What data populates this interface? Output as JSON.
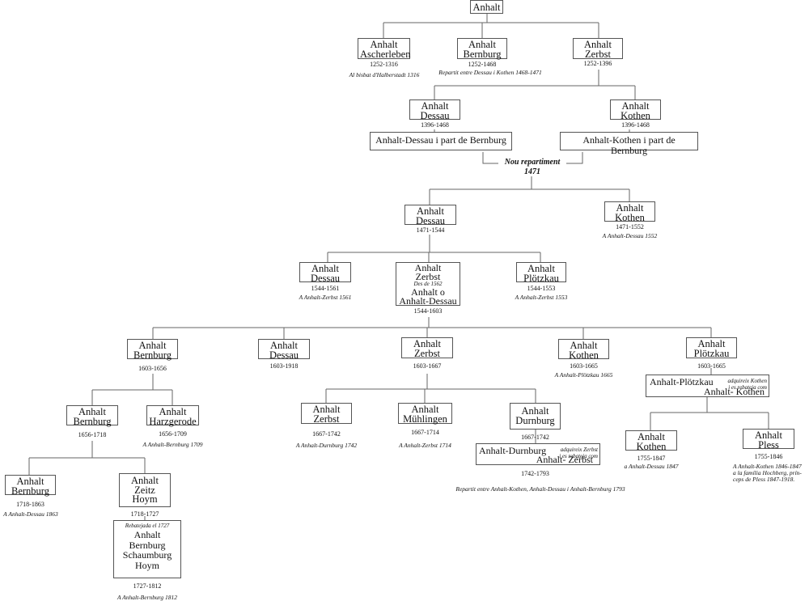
{
  "nodes": {
    "root": "Anhalt",
    "aschersleben": "Anhalt\nAscherleben",
    "bernburg1": "Anhalt\nBernburg",
    "zerbst1": "Anhalt\nZerbst",
    "dessau1": "Anhalt\nDessau",
    "kothen1": "Anhalt\nKothen",
    "dessau_part": "Anhalt-Dessau i part de Bernburg",
    "kothen_part": "Anhalt-Kothen i part de Bernburg",
    "dessau2": "Anhalt\nDessau",
    "kothen2": "Anhalt\nKothen",
    "dessau3": "Anhalt\nDessau",
    "zerbst2_top": "Anhalt\nZerbst",
    "zerbst2_note": "Des de 1562",
    "zerbst2_bottom": "Anhalt o\nAnhalt-Dessau",
    "plotzkau1": "Anhalt\nPlötzkau",
    "bernburg2": "Anhalt\nBernburg",
    "dessau4": "Anhalt\nDessau",
    "zerbst3": "Anhalt\nZerbst",
    "kothen3": "Anhalt\nKothen",
    "plotzkau2": "Anhalt\nPlötzkau",
    "plotzkau_kothen_main1": "Anhalt-Plötzkau",
    "plotzkau_kothen_note": "adquireix Kothen\ni es rebateja com",
    "plotzkau_kothen_main2": "Anhalt- Kothen",
    "bernburg3": "Anhalt\nBernburg",
    "harzgerode": "Anhalt\nHarzgerode",
    "zerbst4": "Anhalt\nZerbst",
    "muhlingen": "Anhalt\nMühlingen",
    "durnburg": "Anhalt\nDurnburg",
    "durnburg_zerbst_main1": "Anhalt-Durnburg",
    "durnburg_zerbst_note": "adquireix Zerbst\ni es rebateja com",
    "durnburg_zerbst_main2": "Anhalt- Zerbst",
    "kothen4": "Anhalt\nKothen",
    "pless": "Anhalt\nPless",
    "bernburg4": "Anhalt\nBernburg",
    "zeitz": "Anhalt\nZeitz\nHoym",
    "schaumburg_note": "Rebatejada el 1727",
    "schaumburg": "Anhalt\nBernburg\nSchaumburg\nHoym"
  },
  "dates": {
    "aschersleben": "1252-1316",
    "bernburg1": "1252-1468",
    "zerbst1": "1252-1396",
    "dessau1": "1396-1468",
    "kothen1": "1396-1468",
    "dessau2": "1471-1544",
    "kothen2": "1471-1552",
    "dessau3": "1544-1561",
    "zerbst2": "1544-1603",
    "plotzkau1": "1544-1553",
    "bernburg2": "1603-1656",
    "dessau4": "1603-1918",
    "zerbst3": "1603-1667",
    "kothen3": "1603-1665",
    "plotzkau2": "1603-1665",
    "bernburg3": "1656-1718",
    "harzgerode": "1656-1709",
    "zerbst4": "1667-1742",
    "muhlingen": "1667-1714",
    "durnburg": "1667-1742",
    "durnburg_zerbst": "1742-1793",
    "kothen4": "1755-1847",
    "pless": "1755-1846",
    "bernburg4": "1718-1863",
    "zeitz": "1718-1727",
    "schaumburg": "1727-1812"
  },
  "notes": {
    "aschersleben": "Al bisbat d'Halberstadt 1316",
    "bernburg1": "Repartit entre Dessau i Kothen 1468-1471",
    "repartiment": "Nou repartiment\n1471",
    "kothen2": "A Anhalt-Dessau 1552",
    "dessau3": "A Anhalt-Zerbst 1561",
    "plotzkau1": "A Anhalt-Zerbst 1553",
    "kothen3": "A Anhalt-Plötzkau 1665",
    "harzgerode": "A Anhalt-Bernburg 1709",
    "zerbst4": "A Anhalt-Durnburg 1742",
    "muhlingen": "A Anhalt-Zerbst 1714",
    "durnburg_zerbst": "Repartit entre Anhalt-Kothen, Anhalt-Dessau i Anhalt-Bernburg 1793",
    "kothen4": "a Anhalt-Dessau 1847",
    "pless": "A Anhalt-Kothen 1846-1847\na la família Hochberg, prín-\nceps de Pless  1847-1918.",
    "bernburg4": "A Anhalt-Dessau 1863",
    "schaumburg": "A Anhalt-Bernburg 1812"
  }
}
